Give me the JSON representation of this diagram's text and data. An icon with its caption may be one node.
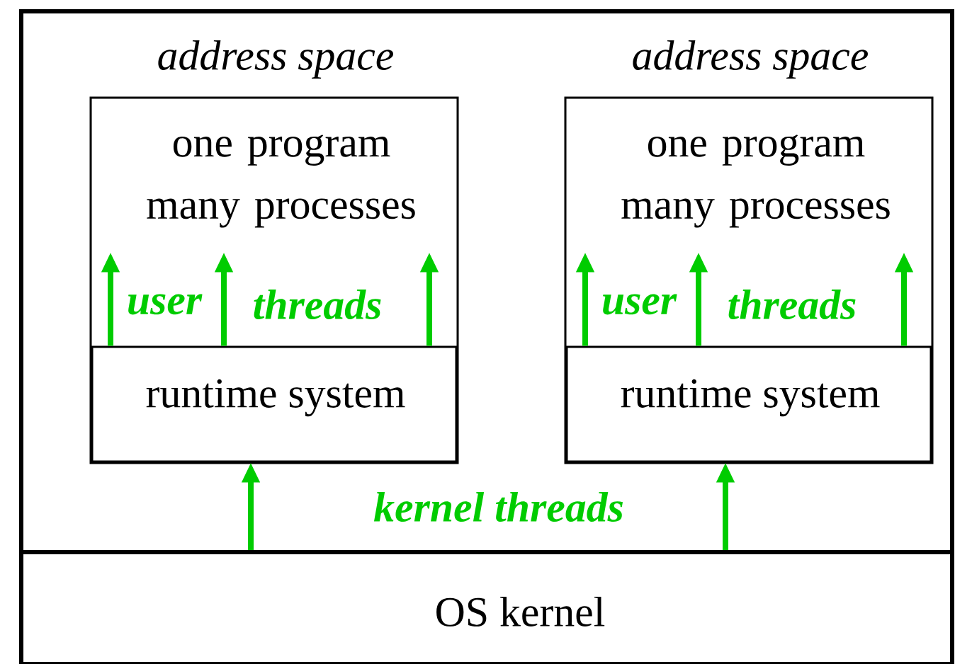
{
  "diagram": {
    "nodes": [
      {
        "text": [
          "address space",
          "one program many processes"
        ]
      },
      {
        "text": [
          "runtime system"
        ],
        "in": 0
      },
      {
        "text": [
          "address space",
          "one program many processes"
        ]
      },
      {
        "text": [
          "runtime system"
        ],
        "in": 2
      },
      {
        "text": [
          "OS kernel"
        ]
      }
    ],
    "edges": [
      {
        "from": 1,
        "to": null,
        "arrow": "to"
      },
      {
        "from": 1,
        "to": null,
        "arrow": "to"
      },
      {
        "from": 1,
        "to": null,
        "arrow": "to"
      },
      {
        "from": 3,
        "to": null,
        "arrow": "to"
      },
      {
        "from": 3,
        "to": null,
        "arrow": "to"
      },
      {
        "from": 3,
        "to": null,
        "arrow": "to"
      },
      {
        "from": 4,
        "to": 1,
        "arrow": "to"
      },
      {
        "from": 4,
        "to": 3,
        "arrow": "to"
      }
    ],
    "labels": [
      "user",
      "threads",
      "user",
      "threads",
      "kernel threads"
    ]
  }
}
